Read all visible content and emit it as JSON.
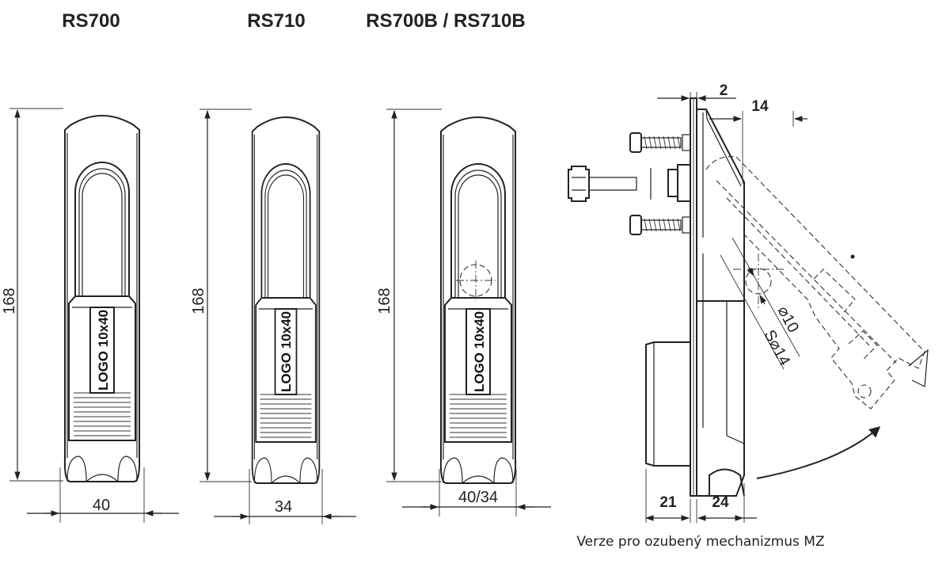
{
  "models": [
    {
      "title": "RS700",
      "height_label": "168",
      "width_label": "40",
      "logo_text": "LOGO 10x40"
    },
    {
      "title": "RS710",
      "height_label": "168",
      "width_label": "34",
      "logo_text": "LOGO 10x40"
    },
    {
      "title": "RS700B / RS710B",
      "height_label": "168",
      "width_label": "40/34",
      "logo_text": "LOGO 10x40"
    }
  ],
  "side_view": {
    "dim_thickness": "2",
    "dim_offset": "14",
    "dim_left": "21",
    "dim_right": "24",
    "dim_hole": "⌀10",
    "dim_sphere": "S⌀14",
    "caption": "Verze pro ozubený mechanizmus MZ"
  }
}
